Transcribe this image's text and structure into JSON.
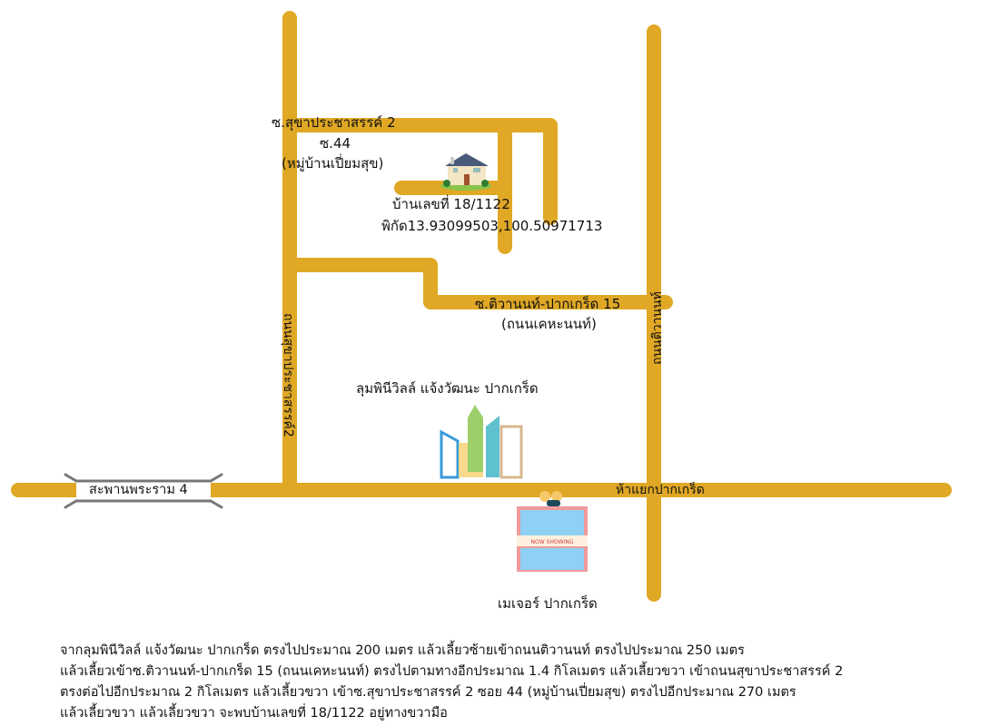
{
  "colors": {
    "road": "#E0A825",
    "bridge_line": "#777777"
  },
  "roads": {
    "soi_sukha2": "ซ.สุขาประชาสรรค์ 2",
    "soi_44": "ซ.44",
    "village": "(หมู่บ้านเปี่ยมสุข)",
    "tiwanon_15": "ซ.ติวานนท์-ปากเกร็ด 15",
    "khehanon": "(ถนนเคหะนนท์)",
    "sukha_road": "ถนนสุขาประชาสรรค์2",
    "tiwanon_road": "ถนนติวานนท์",
    "intersection": "ห้าแยกปากเกร็ด",
    "bridge": "สะพานพระราม 4"
  },
  "places": {
    "house_number": "บ้านเลขที่ 18/1122",
    "coordinates": "พิกัด13.93099503,100.50971713",
    "condo": "ลุมพินีวิลล์ แจ้งวัฒนะ ปากเกร็ด",
    "cinema": "เมเจอร์ ปากเกร็ด",
    "cinema_sign": "NOW SHOWING"
  },
  "directions": [
    "จากลุมพินีวิลล์ แจ้งวัฒนะ ปากเกร็ด  ตรงไปประมาณ 200 เมตร แล้วเลี้ยวซ้ายเข้าถนนติวานนท์ ตรงไปประมาณ 250 เมตร",
    "แล้วเลี้ยวเข้าซ.ติวานนท์-ปากเกร็ด 15 (ถนนเคหะนนท์) ตรงไปตามทางอีกประมาณ 1.4 กิโลเมตร แล้วเลี้ยวขวา เข้าถนนสุขาประชาสรรค์ 2",
    "ตรงต่อไปอีกประมาณ 2 กิโลเมตร แล้วเลี้ยวขวา เข้าซ.สุขาประชาสรรค์ 2 ซอย 44 (หมู่บ้านเปี่ยมสุข) ตรงไปอีกประมาณ 270 เมตร",
    "แล้วเลี้ยวขวา แล้วเลี้ยวขวา จะพบบ้านเลขที่ 18/1122 อยู่ทางขวามือ"
  ]
}
